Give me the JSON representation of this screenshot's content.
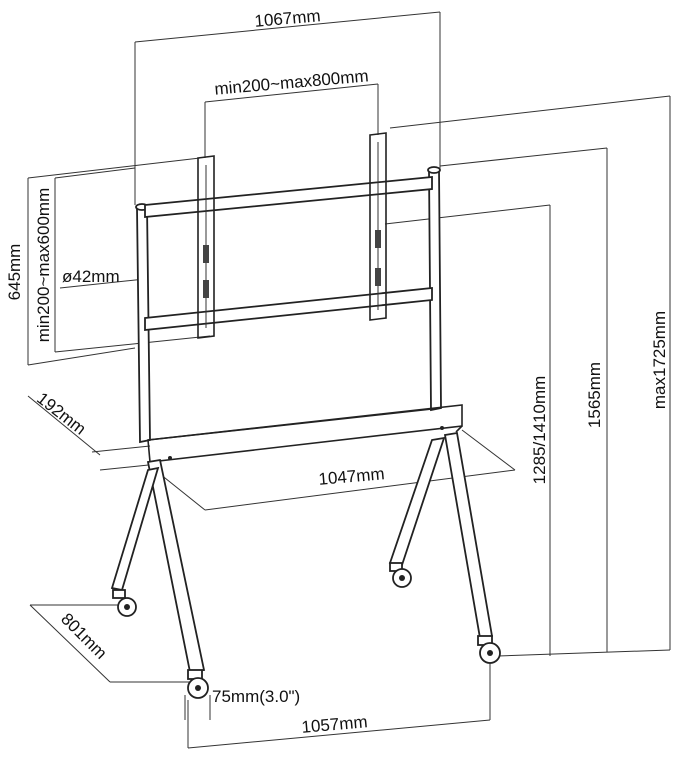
{
  "labels": {
    "overall_width": "1067mm",
    "vesa_width": "min200~max800mm",
    "frame_height": "645mm",
    "vesa_height": "min200~max600mm",
    "tube_diameter": "ø42mm",
    "shelf_depth": "192mm",
    "shelf_width": "1047mm",
    "center_height": "1285/1410mm",
    "top_height": "1565mm",
    "max_height": "max1725mm",
    "base_depth": "801mm",
    "caster_size": "75mm(3.0\")",
    "base_width": "1057mm"
  },
  "colors": {
    "line": "#222222",
    "text": "#111111",
    "background": "#ffffff"
  }
}
